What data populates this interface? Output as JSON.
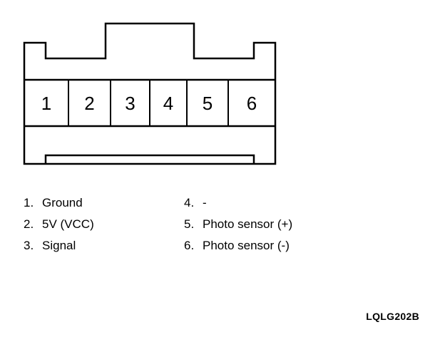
{
  "connector": {
    "pins": [
      "1",
      "2",
      "3",
      "4",
      "5",
      "6"
    ]
  },
  "legend": {
    "left": [
      {
        "num": "1.",
        "label": "Ground"
      },
      {
        "num": "2.",
        "label": "5V (VCC)"
      },
      {
        "num": "3.",
        "label": "Signal"
      }
    ],
    "right": [
      {
        "num": "4.",
        "label": "-"
      },
      {
        "num": "5.",
        "label": "Photo sensor (+)"
      },
      {
        "num": "6.",
        "label": "Photo sensor (-)"
      }
    ]
  },
  "reference_code": "LQLG202B"
}
